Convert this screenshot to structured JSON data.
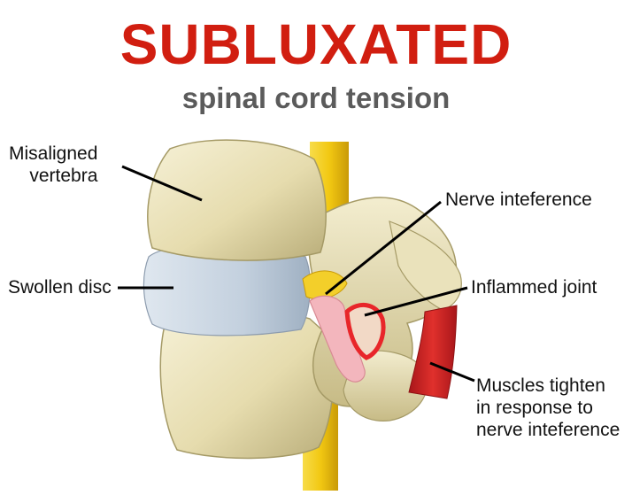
{
  "title": "SUBLUXATED",
  "subtitle": "spinal cord tension",
  "labels": {
    "misaligned_vertebra": [
      "Misaligned",
      "vertebra"
    ],
    "swollen_disc": "Swollen disc",
    "nerve_interference": "Nerve inteference",
    "inflammed_joint": "Inflammed joint",
    "muscles_tighten": [
      "Muscles tighten",
      "in response to",
      "nerve inteference"
    ]
  },
  "colors": {
    "title": "#d11e10",
    "subtitle": "#5b5b5b",
    "bone": "#efe8c4",
    "bone_shadow": "#b9ad79",
    "disc": "#c9d6e3",
    "spinal_cord": "#f2cc1c",
    "nerve": "#f4b7be",
    "inflammation": "#e8262a",
    "muscle": "#c8201e"
  }
}
